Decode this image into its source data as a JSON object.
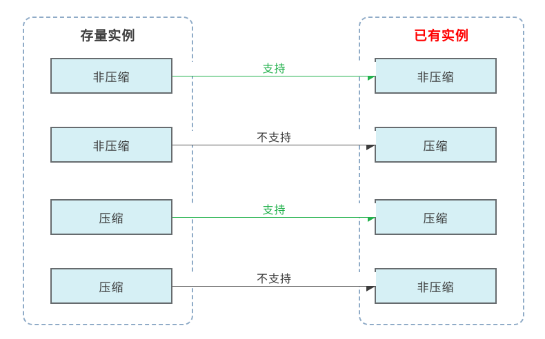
{
  "diagram": {
    "type": "flow-mapping",
    "colors": {
      "panel_border": "#8fabc7",
      "node_fill": "#d6f0f5",
      "node_border": "#666b6e",
      "supported_edge": "#22b14c",
      "unsupported_edge": "#545454",
      "title_left": "#3f3f3f",
      "title_right": "#ff0000"
    },
    "panels": {
      "left": {
        "title": "存量实例"
      },
      "right": {
        "title": "已有实例"
      }
    },
    "rows": [
      {
        "source": "非压缩",
        "target": "非压缩",
        "edge_label": "支持",
        "edge_state": "supported"
      },
      {
        "source": "非压缩",
        "target": "压缩",
        "edge_label": "不支持",
        "edge_state": "unsupported"
      },
      {
        "source": "压缩",
        "target": "压缩",
        "edge_label": "支持",
        "edge_state": "supported"
      },
      {
        "source": "压缩",
        "target": "非压缩",
        "edge_label": "不支持",
        "edge_state": "unsupported"
      }
    ]
  }
}
